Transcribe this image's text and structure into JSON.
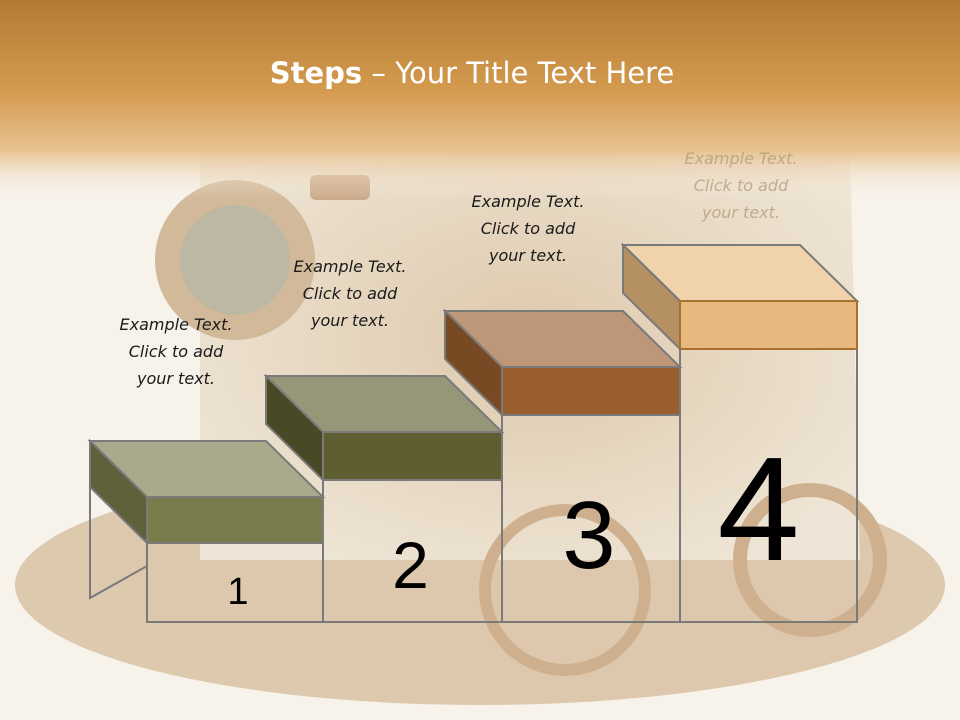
{
  "slide": {
    "title_bold": "Steps",
    "title_rest": " – Your Title Text Here"
  },
  "steps": [
    {
      "number": "1",
      "caption_lines": [
        "Example Text.",
        "Click  to add",
        "your text."
      ],
      "color": "#7a7c4c"
    },
    {
      "number": "2",
      "caption_lines": [
        "Example Text.",
        "Click  to add",
        "your text."
      ],
      "color": "#5e5e31"
    },
    {
      "number": "3",
      "caption_lines": [
        "Example Text.",
        "Click  to add",
        "your text."
      ],
      "color": "#9a5f2e"
    },
    {
      "number": "4",
      "caption_lines": [
        "Example Text.",
        "Click  to add",
        "your text."
      ],
      "color": "#e8b97e"
    }
  ],
  "colors": {
    "header_band": "#c8923f",
    "frame_outline": "#7a7a7a"
  }
}
